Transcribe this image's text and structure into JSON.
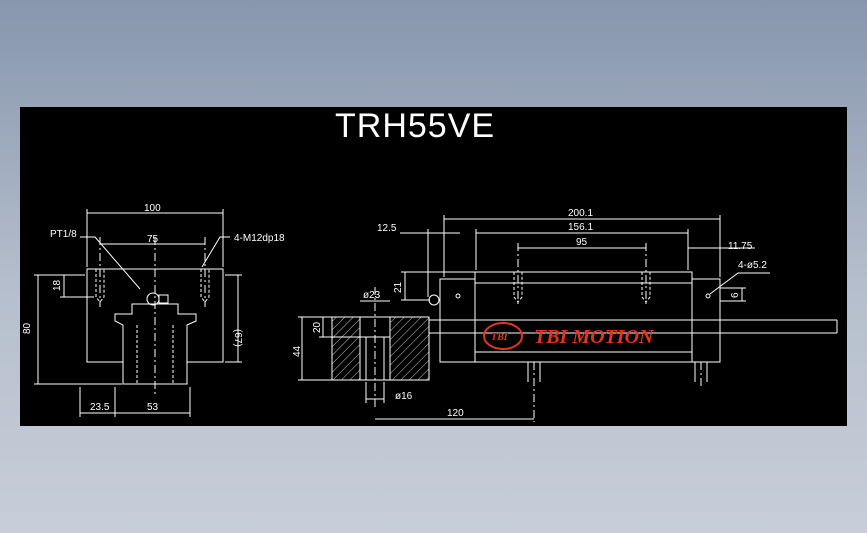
{
  "title": "TRH55VE",
  "logo_text": "TBI MOTION",
  "logo_mark": "TBI",
  "colors": {
    "background": "#000000",
    "line": "#ffffff",
    "accent": "#e3341f",
    "dim_line": "#ffffff"
  },
  "front_view": {
    "dim_100": "100",
    "dim_75": "75",
    "dim_80": "80",
    "dim_18": "18",
    "dim_67": "(67)",
    "dim_23_5": "23.5",
    "dim_53": "53",
    "label_pt": "PT1/8",
    "label_tap": "4-M12dp18"
  },
  "side_view": {
    "dim_200_1": "200.1",
    "dim_156_1": "156.1",
    "dim_95": "95",
    "dim_12_5": "12.5",
    "dim_11_75": "11.75",
    "dim_21": "21",
    "dim_23": "ø23",
    "dim_20": "20",
    "dim_44": "44",
    "dim_16": "ø16",
    "dim_120": "120",
    "dim_6": "6",
    "label_holes": "4-ø5.2"
  }
}
